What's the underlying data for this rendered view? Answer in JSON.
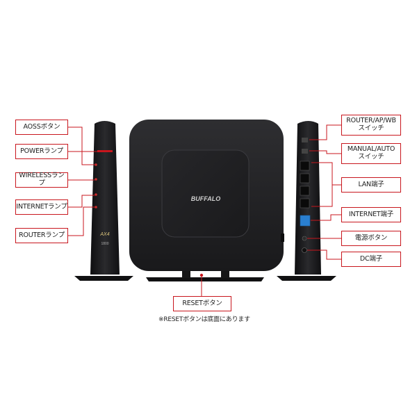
{
  "left_labels": [
    "AOSSボタン",
    "POWERランプ",
    "WIRELESSランプ",
    "INTERNETランプ",
    "ROUTERランプ"
  ],
  "right_labels": [
    "ROUTER/AP/WB\nスイッチ",
    "MANUAL/AUTO\nスイッチ",
    "LAN端子",
    "INTERNET端子",
    "電源ボタン",
    "DC端子"
  ],
  "bottom_label": "RESETボタン",
  "bottom_note": "※RESETボタンは底面にあります",
  "device": {
    "logo": "BUFFALO",
    "model_mark": "AX4",
    "model_number": "1800"
  },
  "colors": {
    "accent": "#c8161d",
    "device_body": "#1c1c1e",
    "port_blue": "#2a7fd0"
  }
}
